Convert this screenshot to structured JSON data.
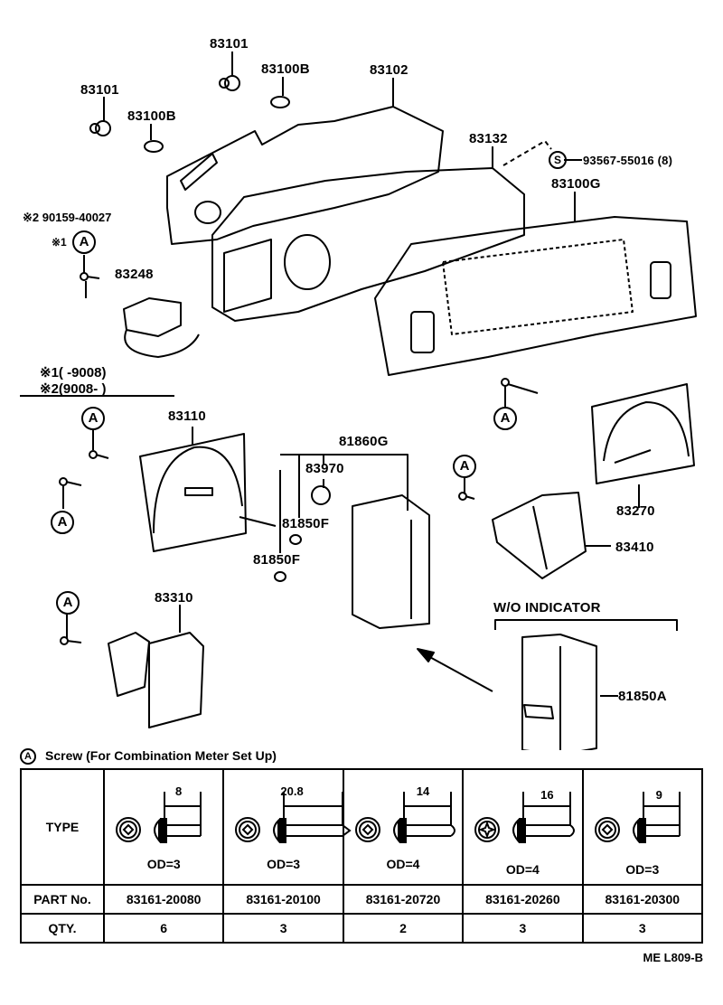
{
  "diagram": {
    "parts": [
      {
        "id": "p1",
        "label": "83101"
      },
      {
        "id": "p2",
        "label": "83100B"
      },
      {
        "id": "p3",
        "label": "83101"
      },
      {
        "id": "p4",
        "label": "83100B"
      },
      {
        "id": "p5",
        "label": "83102"
      },
      {
        "id": "p6",
        "label": "83132"
      },
      {
        "id": "p7",
        "label": "93567-55016 (8)"
      },
      {
        "id": "p8",
        "label": "83100G"
      },
      {
        "id": "p9",
        "label": "90159-40027"
      },
      {
        "id": "p10",
        "label": "83248"
      },
      {
        "id": "p11",
        "label": "83110"
      },
      {
        "id": "p12",
        "label": "81860G"
      },
      {
        "id": "p13",
        "label": "83970"
      },
      {
        "id": "p14",
        "label": "81850F"
      },
      {
        "id": "p15",
        "label": "81850F"
      },
      {
        "id": "p16",
        "label": "83270"
      },
      {
        "id": "p17",
        "label": "83410"
      },
      {
        "id": "p18",
        "label": "83310"
      },
      {
        "id": "p19",
        "label": "81850A"
      }
    ],
    "symbols": {
      "screw_ref": "A",
      "standard_part": "S",
      "note1_mark": "※1",
      "note2_mark": "※2"
    },
    "notes": {
      "note2_prefix": "※2",
      "note1_prefix": "※1",
      "note1": "※1(          -9008)",
      "note2": "※2(9008-          )"
    },
    "wo_indicator": "W/O INDICATOR"
  },
  "screw_table": {
    "title": "Screw (For Combination Meter Set Up)",
    "row_headers": {
      "type": "TYPE",
      "part_no": "PART No.",
      "qty": "QTY."
    },
    "columns": [
      {
        "length": "8",
        "od": "OD=3",
        "part_no": "83161-20080",
        "qty": "6",
        "head": "square-drive",
        "tip": "flat"
      },
      {
        "length": "20.8",
        "od": "OD=3",
        "part_no": "83161-20100",
        "qty": "3",
        "head": "square-drive",
        "tip": "pointed"
      },
      {
        "length": "14",
        "od": "OD=4",
        "part_no": "83161-20720",
        "qty": "2",
        "head": "square-drive",
        "tip": "rounded"
      },
      {
        "length": "16",
        "od": "OD=4",
        "part_no": "83161-20260",
        "qty": "3",
        "head": "phillips",
        "tip": "rounded"
      },
      {
        "length": "9",
        "od": "OD=3",
        "part_no": "83161-20300",
        "qty": "3",
        "head": "square-drive",
        "tip": "flat"
      }
    ]
  },
  "footer": {
    "code": "ME L809-B"
  }
}
